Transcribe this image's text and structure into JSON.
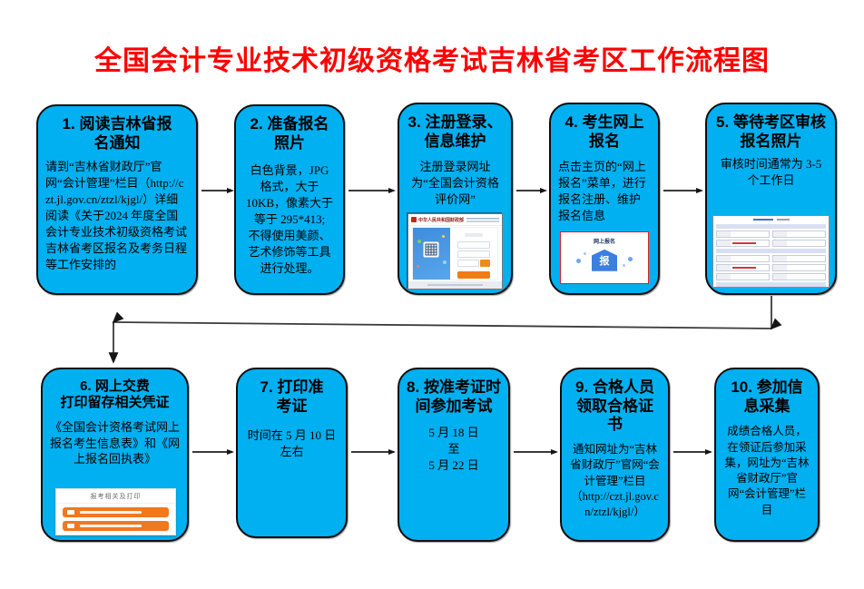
{
  "title": "全国会计专业技术初级资格考试吉林省考区工作流程图",
  "colors": {
    "box_fill": "#00b0f0",
    "box_border": "#0d0d0d",
    "title_red": "#ff0000",
    "button_orange": "#f0781e",
    "icon_blue": "#3b7fe0",
    "card_border_red": "#e02020"
  },
  "steps": [
    {
      "heading": "1. 阅读吉林省报\n名通知",
      "body": "请到“吉林省财政厅”官网“会计管理”栏目（http://czt.jl.gov.cn/ztzl/kjgl/）详细阅读《关于2024 年度全国会计专业技术初级资格考试吉林省考区报名及考务日程等工作安排的"
    },
    {
      "heading": "2. 准备报名\n照片",
      "body": "白色背景，JPG 格式，大于 10KB，像素大于等于 295*413;\n不得使用美颜、艺术修饰等工具进行处理。"
    },
    {
      "heading": "3. 注册登录、\n信息维护",
      "body": "注册登录网址为“全国会计资格评价网”"
    },
    {
      "heading": "4. 考生网上\n报名",
      "body": "点击主页的“网上报名”菜单，进行报名注册、维护报名信息"
    },
    {
      "heading": "5. 等待考区审核报名照片",
      "body": "审核时间通常为 3-5 个工作日"
    },
    {
      "heading": "6. 网上交费\n打印留存相关凭证",
      "body": "《全国会计资格考试网上报名考生信息表》和《网上报名回执表》"
    },
    {
      "heading": "7. 打印准\n考证",
      "body": "时间在 5 月 10 日左右"
    },
    {
      "heading": "8. 按准考证时间参加考试",
      "body": "5 月 18 日\n至\n5 月 22 日"
    },
    {
      "heading": "9. 合格人员领取合格证书",
      "body": "通知网址为“吉林省财政厅”官网“会计管理”栏目\n（http://czt.jl.gov.cn/ztzl/kjgl/）"
    },
    {
      "heading": "10. 参加信息采集",
      "body": "成绩合格人员，在领证后参加采集，网址为“吉林省财政厅”官网“会计管理”栏目"
    }
  ],
  "embedded": {
    "login": {
      "header": "中华人民共和国财政部"
    },
    "register_card": {
      "label": "网上报名",
      "icon_char": "报"
    },
    "print_card": {
      "header": "报考相关及打印"
    }
  }
}
